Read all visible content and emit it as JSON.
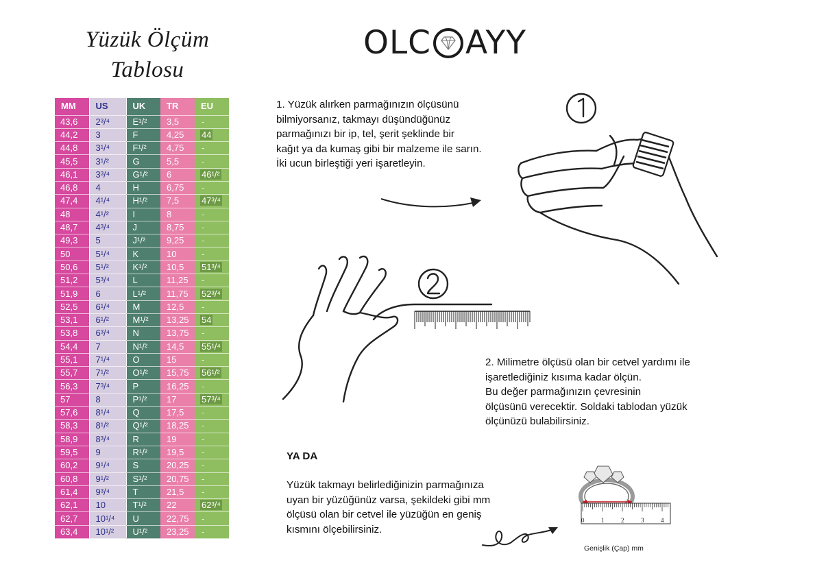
{
  "title_line1": "Yüzük Ölçüm",
  "title_line2": "Tablosu",
  "logo": {
    "left": "OLC",
    "right": "AYY"
  },
  "table": {
    "headers": [
      "MM",
      "US",
      "UK",
      "TR",
      "EU"
    ],
    "rows": [
      [
        "43,6",
        "2³/⁴",
        "E¹/²",
        "3,5",
        "-"
      ],
      [
        "44,2",
        "3",
        "F",
        "4,25",
        "44"
      ],
      [
        "44,8",
        "3¹/⁴",
        "F¹/²",
        "4,75",
        "-"
      ],
      [
        "45,5",
        "3¹/²",
        "G",
        "5,5",
        "-"
      ],
      [
        "46,1",
        "3³/⁴",
        "G¹/²",
        "6",
        "46¹/²"
      ],
      [
        "46,8",
        "4",
        "H",
        "6,75",
        "-"
      ],
      [
        "47,4",
        "4¹/⁴",
        "H¹/²",
        "7,5",
        "47³/⁴"
      ],
      [
        "48",
        "4¹/²",
        "I",
        "8",
        "-"
      ],
      [
        "48,7",
        "4³/⁴",
        "J",
        "8,75",
        "-"
      ],
      [
        "49,3",
        "5",
        "J¹/²",
        "9,25",
        "-"
      ],
      [
        "50",
        "5¹/⁴",
        "K",
        "10",
        "-"
      ],
      [
        "50,6",
        "5¹/²",
        "K¹/²",
        "10,5",
        "51³/⁴"
      ],
      [
        "51,2",
        "5³/⁴",
        "L",
        "11,25",
        "-"
      ],
      [
        "51,9",
        "6",
        "L¹/²",
        "11,75",
        "52³/⁴"
      ],
      [
        "52,5",
        "6¹/⁴",
        "M",
        "12,5",
        "-"
      ],
      [
        "53,1",
        "6¹/²",
        "M¹/²",
        "13,25",
        "54"
      ],
      [
        "53,8",
        "6³/⁴",
        "N",
        "13,75",
        "-"
      ],
      [
        "54,4",
        "7",
        "N¹/²",
        "14,5",
        "55¹/⁴"
      ],
      [
        "55,1",
        "7¹/⁴",
        "O",
        "15",
        "-"
      ],
      [
        "55,7",
        "7¹/²",
        "O¹/²",
        "15,75",
        "56¹/²"
      ],
      [
        "56,3",
        "7³/⁴",
        "P",
        "16,25",
        "-"
      ],
      [
        "57",
        "8",
        "P¹/²",
        "17",
        "57³/⁴"
      ],
      [
        "57,6",
        "8¹/⁴",
        "Q",
        "17,5",
        "-"
      ],
      [
        "58,3",
        "8¹/²",
        "Q¹/²",
        "18,25",
        "-"
      ],
      [
        "58,9",
        "8³/⁴",
        "R",
        "19",
        "-"
      ],
      [
        "59,5",
        "9",
        "R¹/²",
        "19,5",
        "-"
      ],
      [
        "60,2",
        "9¹/⁴",
        "S",
        "20,25",
        "-"
      ],
      [
        "60,8",
        "9¹/²",
        "S¹/²",
        "20,75",
        "-"
      ],
      [
        "61,4",
        "9³/⁴",
        "T",
        "21,5",
        "-"
      ],
      [
        "62,1",
        "10",
        "T¹/²",
        "22",
        "62³/⁴"
      ],
      [
        "62,7",
        "10¹/⁴",
        "U",
        "22,75",
        "-"
      ],
      [
        "63,4",
        "10¹/²",
        "U¹/²",
        "23,25",
        "-"
      ]
    ]
  },
  "step1": {
    "number": "1",
    "lines": [
      "1. Yüzük alırken parmağınızın ölçüsünü",
      "bilmiyorsanız, takmayı düşündüğünüz",
      "parmağınızı bir ip, tel, şerit şeklinde bir",
      "kağıt ya da kumaş gibi bir malzeme ile sarın.",
      "İki ucun birleştiği yeri işaretleyin."
    ]
  },
  "step2": {
    "number": "2",
    "lines": [
      "2. Milimetre ölçüsü olan bir cetvel yardımı ile",
      "işaretlediğiniz kısıma kadar ölçün.",
      "Bu değer parmağınızın çevresinin",
      "ölçüsünü verecektir. Soldaki tablodan yüzük",
      "ölçünüzü bulabilirsiniz."
    ]
  },
  "alternative": {
    "heading": "YA DA",
    "lines": [
      "Yüzük takmayı belirlediğinizin parmağınıza",
      "uyan bir yüzüğünüz varsa, şekildeki gibi mm",
      "ölçüsü olan bir cetvel ile yüzüğün en geniş",
      "kısmını ölçebilirsiniz."
    ]
  },
  "ruler_labels": [
    "0",
    "1",
    "2",
    "3",
    "4"
  ],
  "caption": "Genişlik (Çap) mm"
}
